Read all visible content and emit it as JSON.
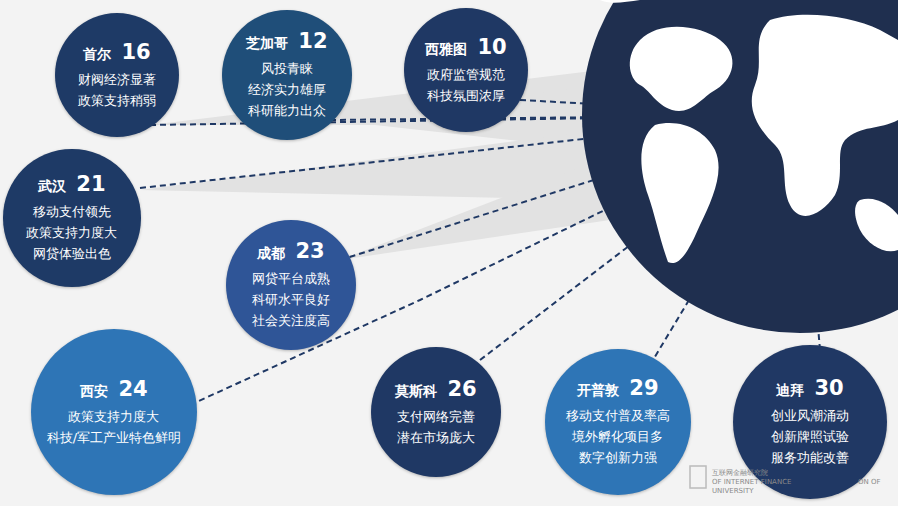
{
  "diagram": {
    "nodes": [
      {
        "text": [
          "首尔",
          "16",
          "财阀经济显著",
          "政策支持稍弱"
        ]
      },
      {
        "text": [
          "芝加哥",
          "12",
          "风投青睐",
          "经济实力雄厚",
          "科研能力出众"
        ]
      },
      {
        "text": [
          "西雅图",
          "10",
          "政府监管规范",
          "科技氛围浓厚"
        ]
      },
      {
        "text": [
          "武汉",
          "21",
          "移动支付领先",
          "政策支持力度大",
          "网贷体验出色"
        ]
      },
      {
        "text": [
          "成都",
          "23",
          "网贷平台成熟",
          "科研水平良好",
          "社会关注度高"
        ]
      },
      {
        "text": [
          "西安",
          "24",
          "政策支持力度大",
          "科技/军工产业特色鲜明"
        ]
      },
      {
        "text": [
          "莫斯科",
          "26",
          "支付网络完善",
          "潜在市场庞大"
        ]
      },
      {
        "text": [
          "开普敦",
          "29",
          "移动支付普及率高",
          "境外孵化项目多",
          "数字创新力强"
        ]
      },
      {
        "text": [
          "迪拜",
          "30",
          "创业风潮涌动",
          "创新牌照试验",
          "服务功能改善"
        ]
      }
    ],
    "labels": [
      "互联网金融研究院",
      "OF INTERNET FINANCE",
      "UNIVERSITY",
      "ON OF"
    ]
  }
}
